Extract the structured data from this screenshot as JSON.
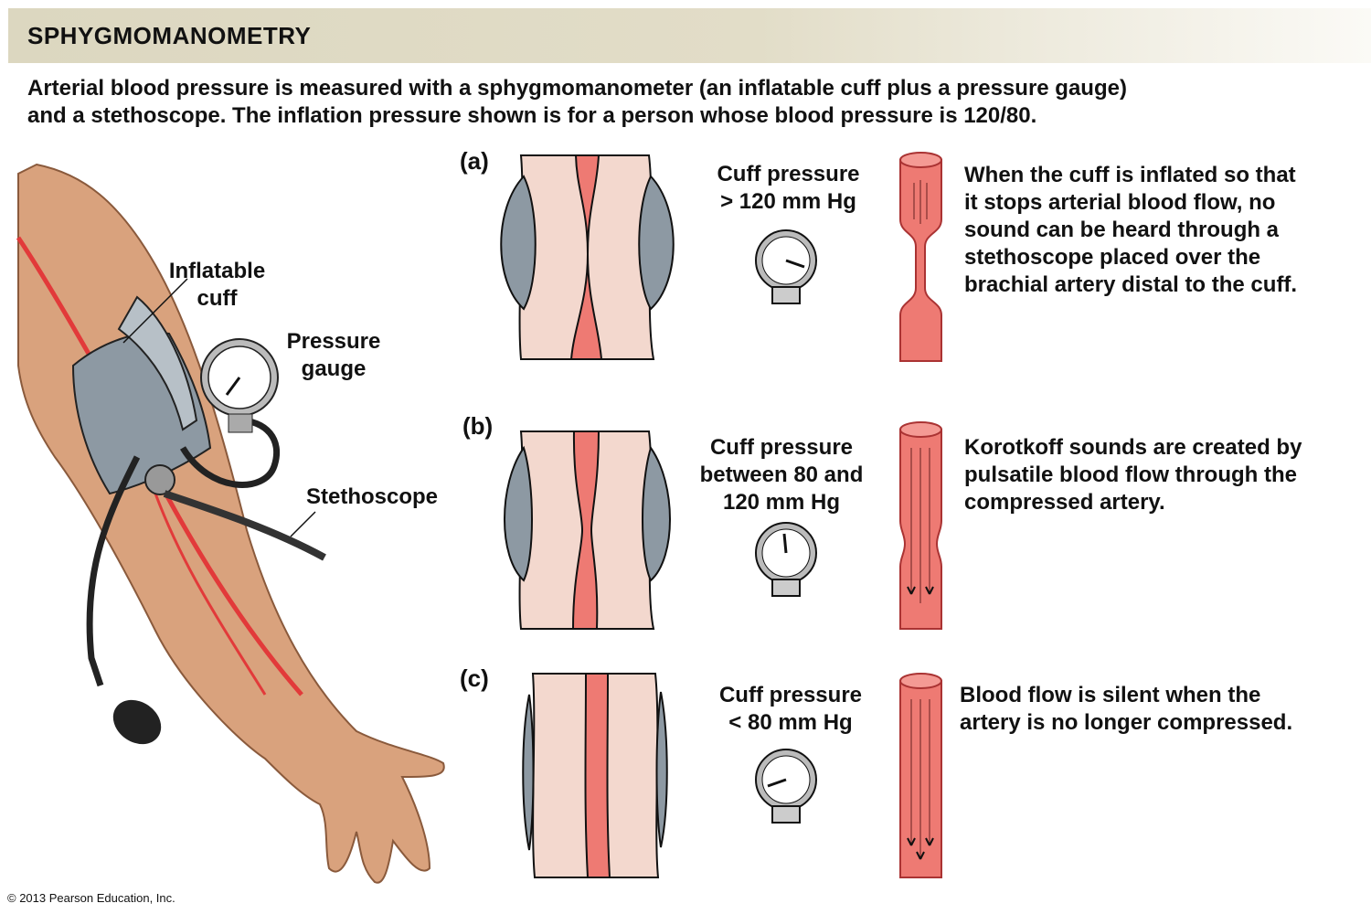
{
  "header": {
    "title": "SPHYGMOMANOMETRY"
  },
  "intro": {
    "line1": "Arterial blood pressure is measured with a sphygmomanometer (an inflatable cuff plus a pressure gauge)",
    "line2": "and a stethoscope. The inflation pressure shown is for a person whose blood pressure is 120/80."
  },
  "arm_labels": {
    "cuff": [
      "Inflatable",
      "cuff"
    ],
    "gauge": [
      "Pressure",
      "gauge"
    ],
    "stethoscope": "Stethoscope"
  },
  "panels": [
    {
      "letter": "(a)",
      "pressure": [
        "Cuff pressure",
        "> 120 mm Hg"
      ],
      "description": [
        "When the cuff is inflated so that",
        "it stops arterial blood flow, no",
        "sound can be heard through a",
        "stethoscope placed over the",
        "brachial artery distal to the cuff."
      ]
    },
    {
      "letter": "(b)",
      "pressure": [
        "Cuff pressure",
        "between 80 and",
        "120 mm Hg"
      ],
      "description": [
        "Korotkoff sounds are created by",
        "pulsatile blood flow through the",
        "compressed artery."
      ]
    },
    {
      "letter": "(c)",
      "pressure": [
        "Cuff pressure",
        "< 80 mm Hg"
      ],
      "description": [
        "Blood flow is silent when the",
        "artery is no longer compressed."
      ]
    }
  ],
  "copyright": "© 2013 Pearson Education, Inc.",
  "colors": {
    "artery": "#ee7a73",
    "tissue": "#f3d8ce",
    "cuff": "#8d99a3",
    "header_bg": "#dcd7c0"
  }
}
